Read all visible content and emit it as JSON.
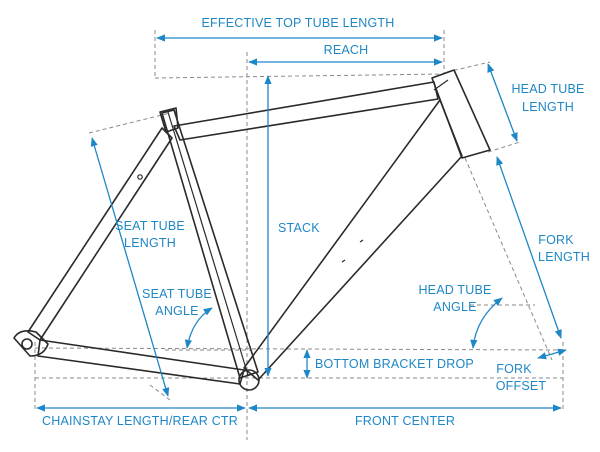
{
  "labels": {
    "effective_top_tube_length": "EFFECTIVE TOP TUBE LENGTH",
    "reach": "REACH",
    "head_tube_length_1": "HEAD TUBE",
    "head_tube_length_2": "LENGTH",
    "stack": "STACK",
    "seat_tube_length_1": "SEAT TUBE",
    "seat_tube_length_2": "LENGTH",
    "seat_tube_angle_1": "SEAT TUBE",
    "seat_tube_angle_2": "ANGLE",
    "fork_length_1": "FORK",
    "fork_length_2": "LENGTH",
    "head_tube_angle_1": "HEAD TUBE",
    "head_tube_angle_2": "ANGLE",
    "bottom_bracket_drop": "BOTTOM BRACKET DROP",
    "fork_offset_1": "FORK",
    "fork_offset_2": "OFFSET",
    "chainstay_length": "CHAINSTAY LENGTH/REAR CTR",
    "front_center": "FRONT CENTER"
  },
  "colors": {
    "dimension_blue": "#1f87c6",
    "frame_line": "#2a2a2a",
    "reference_dashed": "#8a8a8a"
  }
}
